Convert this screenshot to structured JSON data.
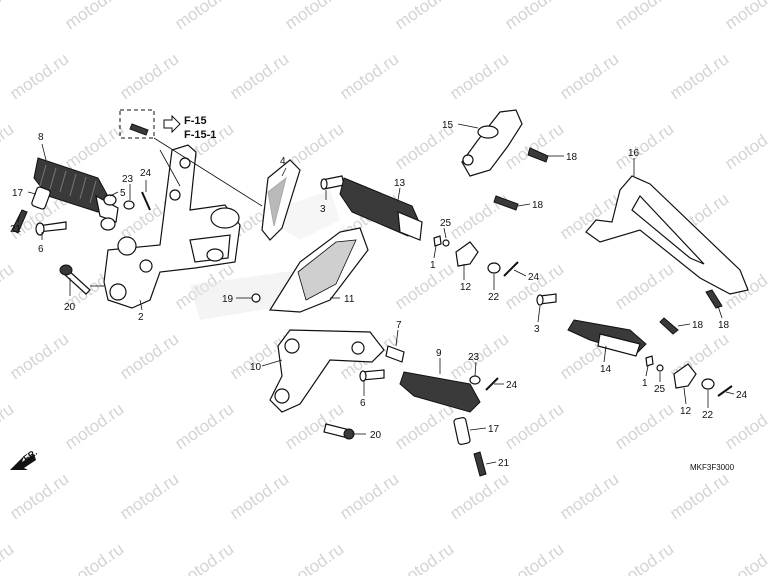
{
  "diagram": {
    "code": "MKF3F3000",
    "direction_label": "FR.",
    "refs": [
      "F-15",
      "F-15-1"
    ],
    "watermark": "motod.ru",
    "accent_color": "#111111",
    "watermark_color": "#d4d4d4",
    "callouts": [
      {
        "id": "c8",
        "text": "8"
      },
      {
        "id": "c17a",
        "text": "17"
      },
      {
        "id": "c21a",
        "text": "21"
      },
      {
        "id": "c6a",
        "text": "6"
      },
      {
        "id": "c20a",
        "text": "20"
      },
      {
        "id": "c2",
        "text": "2"
      },
      {
        "id": "c23a",
        "text": "23"
      },
      {
        "id": "c5",
        "text": "5"
      },
      {
        "id": "c24a",
        "text": "24"
      },
      {
        "id": "c4",
        "text": "4"
      },
      {
        "id": "c3a",
        "text": "3"
      },
      {
        "id": "c13",
        "text": "13"
      },
      {
        "id": "c19",
        "text": "19"
      },
      {
        "id": "c11",
        "text": "11"
      },
      {
        "id": "c15",
        "text": "15"
      },
      {
        "id": "c18a",
        "text": "18"
      },
      {
        "id": "c18b",
        "text": "18"
      },
      {
        "id": "c25a",
        "text": "25"
      },
      {
        "id": "c1a",
        "text": "1"
      },
      {
        "id": "c12a",
        "text": "12"
      },
      {
        "id": "c22a",
        "text": "22"
      },
      {
        "id": "c24b",
        "text": "24"
      },
      {
        "id": "c16",
        "text": "16"
      },
      {
        "id": "c3b",
        "text": "3"
      },
      {
        "id": "c18c",
        "text": "18"
      },
      {
        "id": "c18d",
        "text": "18"
      },
      {
        "id": "c7",
        "text": "7"
      },
      {
        "id": "c10",
        "text": "10"
      },
      {
        "id": "c9",
        "text": "9"
      },
      {
        "id": "c23b",
        "text": "23"
      },
      {
        "id": "c24c",
        "text": "24"
      },
      {
        "id": "c6b",
        "text": "6"
      },
      {
        "id": "c20b",
        "text": "20"
      },
      {
        "id": "c17b",
        "text": "17"
      },
      {
        "id": "c21b",
        "text": "21"
      },
      {
        "id": "c14",
        "text": "14"
      },
      {
        "id": "c1b",
        "text": "1"
      },
      {
        "id": "c25b",
        "text": "25"
      },
      {
        "id": "c12b",
        "text": "12"
      },
      {
        "id": "c22b",
        "text": "22"
      },
      {
        "id": "c24d",
        "text": "24"
      }
    ]
  }
}
